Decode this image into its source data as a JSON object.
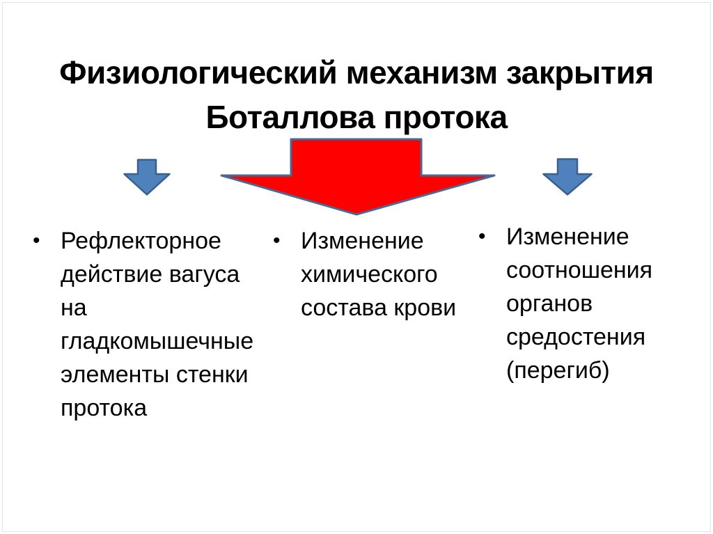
{
  "slide": {
    "title": {
      "line1": "Физиологический механизм закрытия",
      "line2": "Боталлова протока"
    },
    "bullet_char": "•",
    "bullets": [
      {
        "text": "Рефлекторное действие вагуса на гладкомышечные элементы стенки протока",
        "lines": [
          "Рефлекторное",
          "действие вагуса",
          "на",
          "гладкомышечные",
          "элементы стенки",
          "протока"
        ]
      },
      {
        "text": "Изменение химического состава крови",
        "lines": [
          "Изменение",
          "химического",
          "состава крови"
        ]
      },
      {
        "text": "Изменение соотношения органов средостения (перегиб)",
        "lines": [
          "Изменение",
          "соотношения",
          "органов",
          "средостения",
          "(перегиб)"
        ]
      }
    ],
    "arrows": [
      {
        "name": "small-down-arrow-left",
        "color": "blue"
      },
      {
        "name": "big-down-arrow-center",
        "color": "red"
      },
      {
        "name": "small-down-arrow-right",
        "color": "blue"
      }
    ]
  },
  "colors": {
    "background": "#FFFFFF",
    "frame_border": "#E4E4E4",
    "text": "#000000",
    "red_fill": "#FE0000",
    "red_stroke": "#4A6893",
    "blue_fill": "#4F81BD",
    "blue_stroke": "#38618F"
  }
}
